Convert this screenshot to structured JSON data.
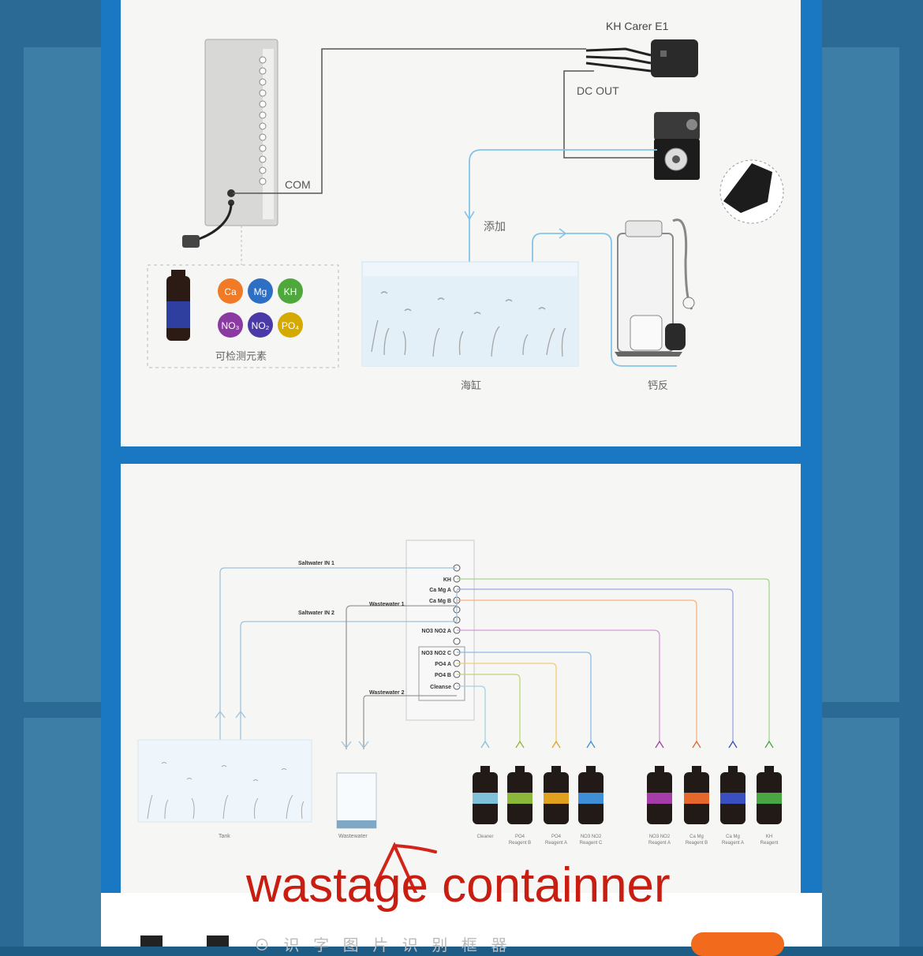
{
  "top_diagram": {
    "device_name": "KH Carer E1",
    "dc_out": "DC OUT",
    "com": "COM",
    "add_label": "添加",
    "elements": [
      "Ca",
      "Mg",
      "KH",
      "NO₃",
      "NO₂",
      "PO₄"
    ],
    "elements_caption": "可检测元素",
    "tank_label": "海缸",
    "reactor_label": "钙反",
    "colors": {
      "Ca": "#f07a25",
      "Mg": "#2d6fc2",
      "KH": "#4fa83c",
      "NO3": "#8a3aa0",
      "NO2": "#4a3aa8",
      "PO4": "#d4a900"
    }
  },
  "bottom_diagram": {
    "lines": {
      "saltwater_in_1": "Saltwater IN 1",
      "saltwater_in_2": "Saltwater IN 2",
      "wastewater_1": "Wastewater 1",
      "wastewater_2": "Wastewater 2"
    },
    "ports": [
      "KH",
      "Ca Mg A",
      "Ca Mg B",
      "NO3 NO2 A",
      "NO3 NO2 C",
      "PO4 A",
      "PO4 B",
      "Cleanse"
    ],
    "tank_label": "Tank",
    "wastewater_label": "Wastewater",
    "bottles": [
      {
        "l1": "Cleaner",
        "l2": "",
        "color": "#7fc1d8"
      },
      {
        "l1": "PO4",
        "l2": "Reagent B",
        "color": "#8bb83a"
      },
      {
        "l1": "PO4",
        "l2": "Reagent A",
        "color": "#e0a21e"
      },
      {
        "l1": "NO3 NO2",
        "l2": "Reagent C",
        "color": "#3f8fd6"
      },
      {
        "l1": "NO3 NO2",
        "l2": "Reagent A",
        "color": "#a53da8"
      },
      {
        "l1": "Ca Mg",
        "l2": "Reagent B",
        "color": "#e5672b"
      },
      {
        "l1": "Ca Mg",
        "l2": "Reagent A",
        "color": "#3a4fc0"
      },
      {
        "l1": "KH",
        "l2": "Reagent",
        "color": "#4aa545"
      }
    ]
  },
  "annotation": "wastage containner",
  "bottom_bar": {
    "faint_text": "⊙ 识 字 图 片 识 别 框 器"
  }
}
